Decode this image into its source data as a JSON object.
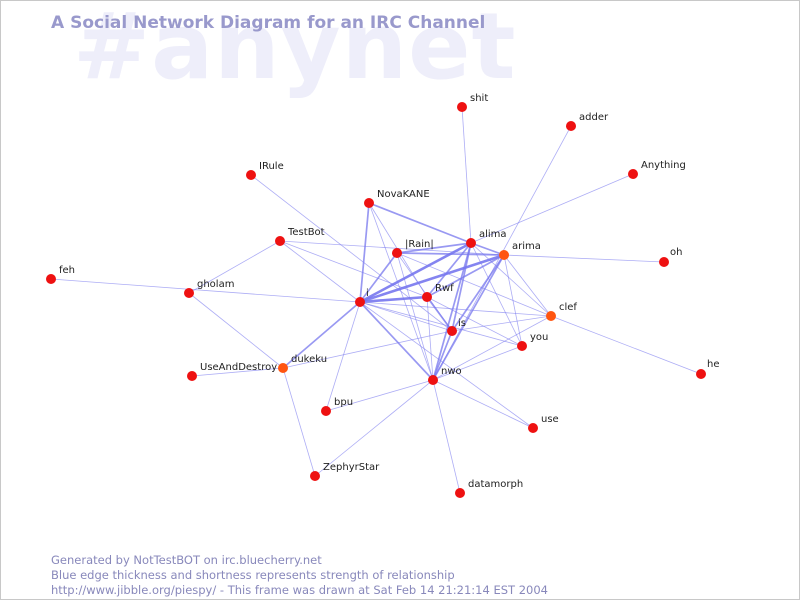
{
  "watermark": "#anynet",
  "title": "A Social Network Diagram for an IRC Channel",
  "colors": {
    "node": "#ee1111",
    "node_active": "#ff5511",
    "edge": "#7777ee",
    "text": "#222222",
    "accent_text": "#9999cc"
  },
  "footer": {
    "line1": "Generated by NotTestBOT on irc.bluecherry.net",
    "line2": "Blue edge thickness and shortness represents strength of relationship",
    "line3": "http://www.jibble.org/piespy/ - This frame was drawn at Sat Feb 14 21:21:14 EST 2004"
  },
  "nodes": [
    {
      "id": "shit",
      "label": "shit",
      "active": false
    },
    {
      "id": "adder",
      "label": "adder",
      "active": false
    },
    {
      "id": "Anything",
      "label": "Anything",
      "active": false
    },
    {
      "id": "IRule",
      "label": "IRule",
      "active": false
    },
    {
      "id": "NovaKANE",
      "label": "NovaKANE",
      "active": false
    },
    {
      "id": "TestBot",
      "label": "TestBot",
      "active": false
    },
    {
      "id": "alima",
      "label": "alima",
      "active": false
    },
    {
      "id": "arima",
      "label": "arima",
      "active": true
    },
    {
      "id": "Rain",
      "label": "|Rain|",
      "active": false
    },
    {
      "id": "oh",
      "label": "oh",
      "active": false
    },
    {
      "id": "feh",
      "label": "feh",
      "active": false
    },
    {
      "id": "gholam",
      "label": "gholam",
      "active": false
    },
    {
      "id": "i",
      "label": "i",
      "active": false
    },
    {
      "id": "Rwf",
      "label": "Rwf",
      "active": false
    },
    {
      "id": "clef",
      "label": "clef",
      "active": true
    },
    {
      "id": "is",
      "label": "is",
      "active": false
    },
    {
      "id": "you",
      "label": "you",
      "active": false
    },
    {
      "id": "UseAndDestroy",
      "label": "UseAndDestroy",
      "active": false
    },
    {
      "id": "dukeku",
      "label": "dukeku",
      "active": true
    },
    {
      "id": "nwo",
      "label": "nwo",
      "active": false
    },
    {
      "id": "he",
      "label": "he",
      "active": false
    },
    {
      "id": "bpu",
      "label": "bpu",
      "active": false
    },
    {
      "id": "use",
      "label": "use",
      "active": false
    },
    {
      "id": "ZephyrStar",
      "label": "ZephyrStar",
      "active": false
    },
    {
      "id": "datamorph",
      "label": "datamorph",
      "active": false
    }
  ],
  "edges": [
    {
      "source": "shit",
      "target": "alima",
      "weight": 1
    },
    {
      "source": "adder",
      "target": "nwo",
      "weight": 1
    },
    {
      "source": "Anything",
      "target": "alima",
      "weight": 1
    },
    {
      "source": "IRule",
      "target": "is",
      "weight": 1
    },
    {
      "source": "NovaKANE",
      "target": "alima",
      "weight": 2
    },
    {
      "source": "NovaKANE",
      "target": "i",
      "weight": 2
    },
    {
      "source": "NovaKANE",
      "target": "nwo",
      "weight": 1
    },
    {
      "source": "NovaKANE",
      "target": "Rwf",
      "weight": 1
    },
    {
      "source": "TestBot",
      "target": "arima",
      "weight": 1
    },
    {
      "source": "TestBot",
      "target": "gholam",
      "weight": 1
    },
    {
      "source": "TestBot",
      "target": "Rwf",
      "weight": 1
    },
    {
      "source": "TestBot",
      "target": "i",
      "weight": 1
    },
    {
      "source": "Rain",
      "target": "arima",
      "weight": 2
    },
    {
      "source": "Rain",
      "target": "alima",
      "weight": 2
    },
    {
      "source": "Rain",
      "target": "i",
      "weight": 2
    },
    {
      "source": "Rain",
      "target": "nwo",
      "weight": 1
    },
    {
      "source": "Rain",
      "target": "is",
      "weight": 1
    },
    {
      "source": "Rain",
      "target": "clef",
      "weight": 1
    },
    {
      "source": "alima",
      "target": "i",
      "weight": 3
    },
    {
      "source": "alima",
      "target": "Rwf",
      "weight": 2
    },
    {
      "source": "alima",
      "target": "nwo",
      "weight": 2
    },
    {
      "source": "alima",
      "target": "is",
      "weight": 2
    },
    {
      "source": "alima",
      "target": "you",
      "weight": 1
    },
    {
      "source": "alima",
      "target": "clef",
      "weight": 1
    },
    {
      "source": "alima",
      "target": "arima",
      "weight": 2
    },
    {
      "source": "arima",
      "target": "i",
      "weight": 3
    },
    {
      "source": "arima",
      "target": "Rwf",
      "weight": 2
    },
    {
      "source": "arima",
      "target": "is",
      "weight": 2
    },
    {
      "source": "arima",
      "target": "nwo",
      "weight": 2
    },
    {
      "source": "arima",
      "target": "you",
      "weight": 1
    },
    {
      "source": "arima",
      "target": "clef",
      "weight": 1
    },
    {
      "source": "arima",
      "target": "oh",
      "weight": 1
    },
    {
      "source": "feh",
      "target": "i",
      "weight": 1
    },
    {
      "source": "gholam",
      "target": "dukeku",
      "weight": 1
    },
    {
      "source": "i",
      "target": "Rwf",
      "weight": 3
    },
    {
      "source": "i",
      "target": "nwo",
      "weight": 2
    },
    {
      "source": "i",
      "target": "dukeku",
      "weight": 2
    },
    {
      "source": "i",
      "target": "is",
      "weight": 1
    },
    {
      "source": "i",
      "target": "clef",
      "weight": 1
    },
    {
      "source": "i",
      "target": "bpu",
      "weight": 1
    },
    {
      "source": "i",
      "target": "you",
      "weight": 1
    },
    {
      "source": "i",
      "target": "use",
      "weight": 1
    },
    {
      "source": "Rwf",
      "target": "is",
      "weight": 2
    },
    {
      "source": "Rwf",
      "target": "nwo",
      "weight": 1
    },
    {
      "source": "Rwf",
      "target": "you",
      "weight": 1
    },
    {
      "source": "is",
      "target": "nwo",
      "weight": 2
    },
    {
      "source": "is",
      "target": "clef",
      "weight": 1
    },
    {
      "source": "is",
      "target": "dukeku",
      "weight": 1
    },
    {
      "source": "nwo",
      "target": "you",
      "weight": 1
    },
    {
      "source": "nwo",
      "target": "clef",
      "weight": 1
    },
    {
      "source": "nwo",
      "target": "bpu",
      "weight": 1
    },
    {
      "source": "nwo",
      "target": "ZephyrStar",
      "weight": 1
    },
    {
      "source": "nwo",
      "target": "datamorph",
      "weight": 1
    },
    {
      "source": "nwo",
      "target": "use",
      "weight": 1
    },
    {
      "source": "clef",
      "target": "he",
      "weight": 1
    },
    {
      "source": "UseAndDestroy",
      "target": "dukeku",
      "weight": 1
    },
    {
      "source": "dukeku",
      "target": "ZephyrStar",
      "weight": 1
    }
  ]
}
